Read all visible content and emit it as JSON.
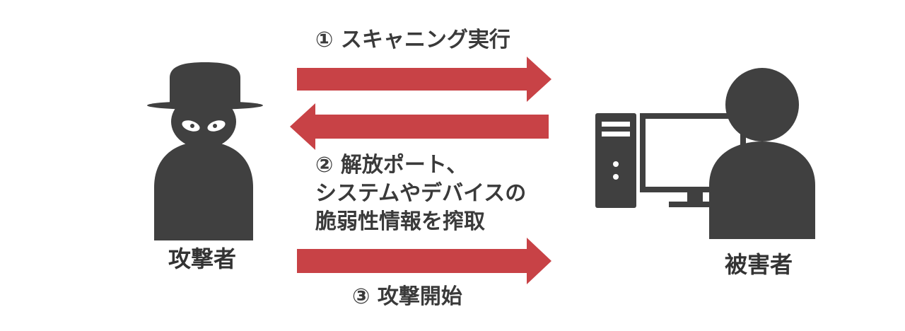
{
  "diagram": {
    "attacker": {
      "label": "攻撃者",
      "icon": "hooded-attacker-icon"
    },
    "victim": {
      "label": "被害者",
      "icon": "person-at-computer-icon"
    },
    "steps": [
      {
        "label": "① スキャニング実行",
        "direction": "attacker-to-victim"
      },
      {
        "lines": [
          "② 解放ポート、",
          "システムやデバイスの",
          "脆弱性情報を搾取"
        ],
        "direction": "victim-to-attacker"
      },
      {
        "label": "③ 攻撃開始",
        "direction": "attacker-to-victim"
      }
    ],
    "colors": {
      "arrow": "#c84246",
      "figure": "#404040",
      "text": "#3a3a3a"
    }
  }
}
